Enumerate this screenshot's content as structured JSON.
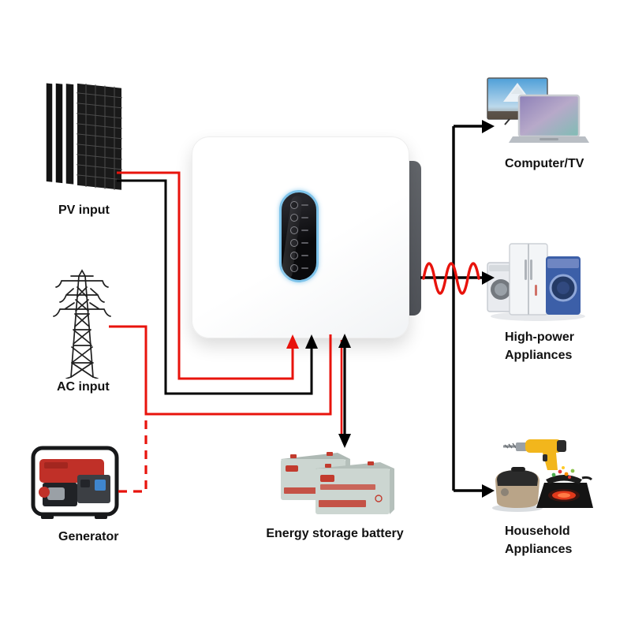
{
  "nodes": {
    "pv_input": {
      "label": "PV input",
      "icon": "solar-panel-array"
    },
    "ac_input": {
      "label": "AC input",
      "icon": "transmission-tower"
    },
    "generator": {
      "label": "Generator",
      "icon": "portable-generator"
    },
    "inverter": {
      "icon": "hybrid-solar-inverter",
      "indicator_count": 6
    },
    "battery": {
      "label": "Energy storage battery",
      "icon": "battery-pair"
    },
    "computer_tv": {
      "label": "Computer/TV",
      "icon": "tv-and-laptop"
    },
    "high_power": {
      "line1": "High-power",
      "line2": "Appliances",
      "icon": "fridge-and-washing-machines"
    },
    "household": {
      "line1": "Household",
      "line2": "Appliances",
      "icon": "drill-cooker-induction-hob"
    }
  },
  "connections": [
    {
      "from": "pv_input",
      "to": "inverter",
      "wire": "red + black solid, arrowheads into inverter bottom"
    },
    {
      "from": "ac_input",
      "to": "inverter",
      "wire": "red solid"
    },
    {
      "from": "generator",
      "to": "inverter",
      "wire": "red dashed"
    },
    {
      "from": "inverter",
      "to": "battery",
      "wire": "red + black vertical, double-headed black arrow"
    },
    {
      "from": "inverter",
      "to": "computer_tv",
      "wire": "black solid arrow"
    },
    {
      "from": "inverter",
      "to": "high_power",
      "wire": "black solid arrow with red AC sine wave"
    },
    {
      "from": "inverter",
      "to": "household",
      "wire": "black solid arrow"
    }
  ],
  "colors": {
    "background": "#ffffff",
    "wire_red": "#e8130c",
    "wire_black": "#000000",
    "label_text": "#111111",
    "inverter_body": "#ffffff",
    "inverter_side": "#5b5e63",
    "display_ring": "#7ec3ea",
    "display_face": "#0d0d0f",
    "generator_red": "#c03028",
    "battery_body": "#ccd6d1",
    "battery_stripe": "#c23b2e",
    "washer_blue": "#3c5fa8",
    "drill_yellow": "#f2b61c",
    "hob_glow": "#e2391b"
  }
}
